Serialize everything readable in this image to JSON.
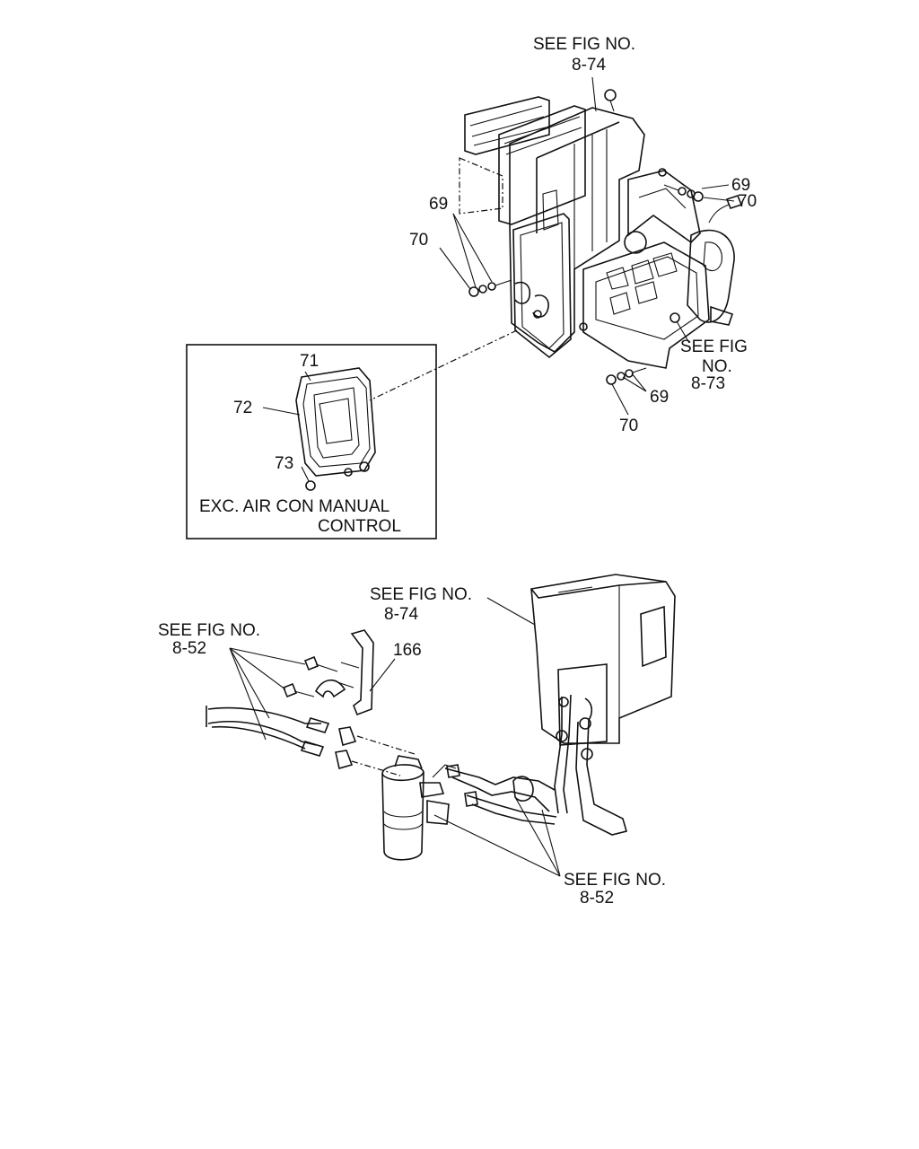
{
  "upper": {
    "ref_top": {
      "line1": "SEE FIG NO.",
      "line2": "8-74"
    },
    "ref_right": {
      "line1": "SEE FIG",
      "line2": "NO.",
      "line3": "8-73"
    },
    "callouts": {
      "c69_left": "69",
      "c70_left": "70",
      "c69_top_right": "69",
      "c70_top_right": "70",
      "c69_bottom": "69",
      "c70_bottom": "70"
    },
    "inset": {
      "c71": "71",
      "c72": "72",
      "c73": "73",
      "caption_line1": "EXC. AIR CON MANUAL",
      "caption_line2": "CONTROL"
    }
  },
  "lower": {
    "ref_unit": {
      "line1": "SEE FIG NO.",
      "line2": "8-74"
    },
    "ref_left": {
      "line1": "SEE FIG NO.",
      "line2": "8-52"
    },
    "ref_bottom": {
      "line1": "SEE FIG NO.",
      "line2": "8-52"
    },
    "c166": "166"
  }
}
